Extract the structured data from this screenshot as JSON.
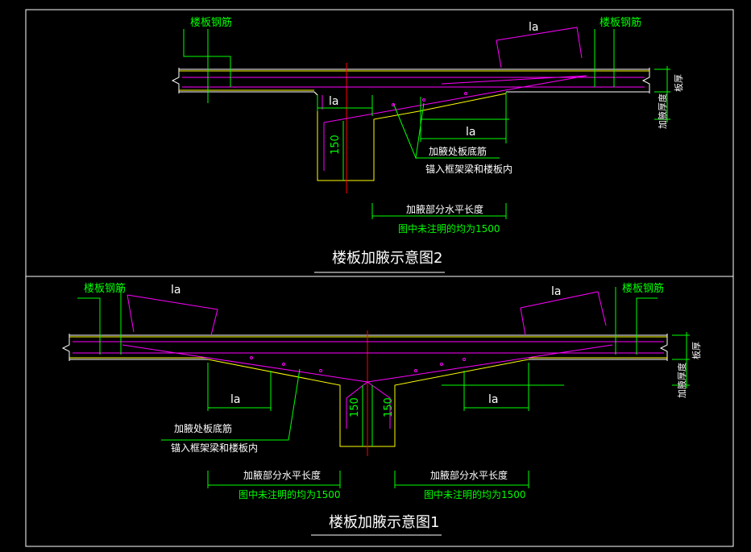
{
  "colors": {
    "frame": "#ffffff",
    "slab": "#ffffff",
    "haunch": "#ffff00",
    "rebar": "#ff00ff",
    "dim": "#00ff00",
    "axis": "#ff0000",
    "text_white": "#ffffff",
    "text_green": "#00ff00"
  },
  "diagram2": {
    "title": "楼板加腋示意图2",
    "slab_rebar_left": "楼板钢筋",
    "slab_rebar_right": "楼板钢筋",
    "la_top": "la",
    "la_left": "la",
    "la_right": "la",
    "dim_150": "150",
    "bottom_bar_line1": "加腋处板底筋",
    "bottom_bar_line2": "锚入框架梁和楼板内",
    "length_label": "加腋部分水平长度",
    "length_note": "图中未注明的均为1500",
    "slab_thickness": "板厚",
    "haunch_thickness": "加腋厚度"
  },
  "diagram1": {
    "title": "楼板加腋示意图1",
    "slab_rebar_left": "楼板钢筋",
    "slab_rebar_right": "楼板钢筋",
    "la_top_left": "la",
    "la_top_right": "la",
    "la_bottom_left": "la",
    "la_bottom_right": "la",
    "dim_150_left": "150",
    "dim_150_right": "150",
    "bottom_bar_line1": "加腋处板底筋",
    "bottom_bar_line2": "锚入框架梁和楼板内",
    "length_label_left": "加腋部分水平长度",
    "length_note_left": "图中未注明的均为1500",
    "length_label_right": "加腋部分水平长度",
    "length_note_right": "图中未注明的均为1500",
    "slab_thickness": "板厚",
    "haunch_thickness": "加腋厚度"
  }
}
